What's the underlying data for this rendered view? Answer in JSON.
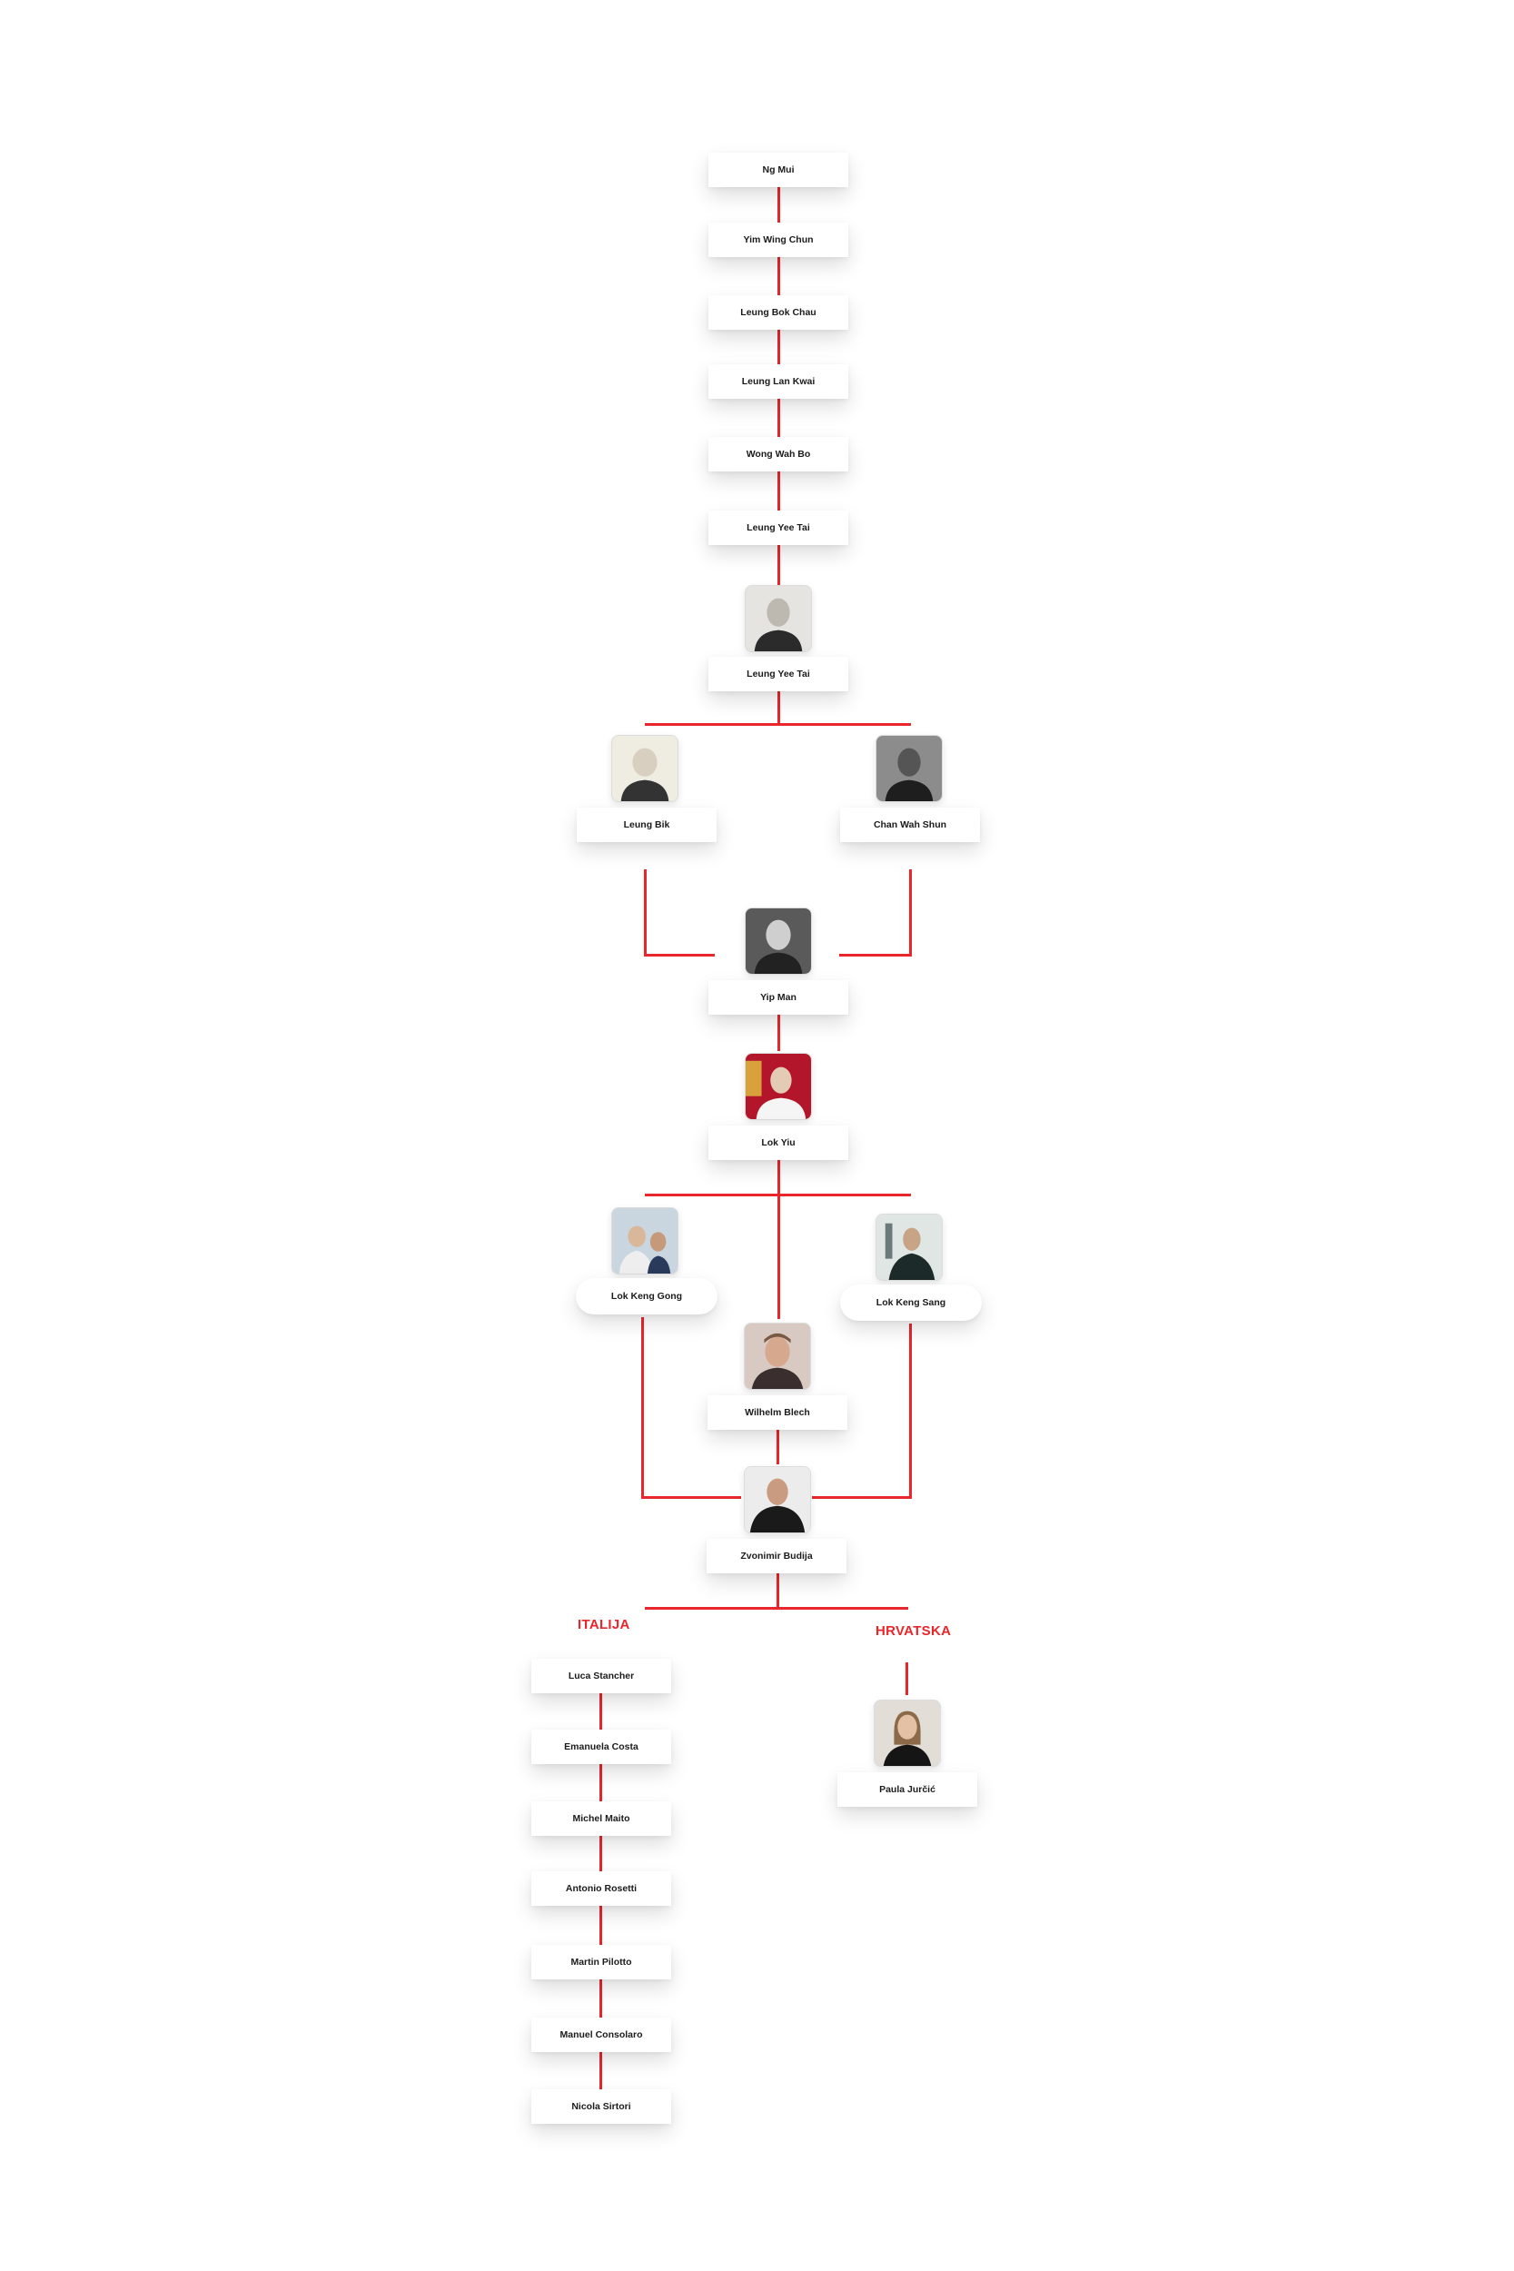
{
  "lineage": {
    "ng_mui": "Ng Mui",
    "yim_wing_chun": "Yim Wing Chun",
    "leung_bok_chau": "Leung Bok Chau",
    "leung_lan_kwai": "Leung Lan Kwai",
    "wong_wah_bo": "Wong Wah Bo",
    "leung_yee_tai": "Leung Yee Tai",
    "leung_yee_tai_2": "Leung Yee Tai",
    "leung_bik": "Leung Bik",
    "chan_wah_shun": "Chan Wah Shun",
    "yip_man": "Yip Man",
    "lok_yiu": "Lok Yiu",
    "lok_keng_gong": "Lok Keng Gong",
    "lok_keng_sang": "Lok Keng Sang",
    "wilhelm_blech": "Wilhelm Blech",
    "zvonimir_budija": "Zvonimir Budija"
  },
  "regions": {
    "italy": "ITALIJA",
    "croatia": "HRVATSKA"
  },
  "italy_students": [
    "Luca Stancher",
    "Emanuela Costa",
    "Michel Maito",
    "Antonio Rosetti",
    "Martin Pilotto",
    "Manuel Consolaro",
    "Nicola Sirtori"
  ],
  "croatia_students": [
    "Paula Jurčić"
  ],
  "colors": {
    "accent": "#e8262b",
    "card_background": "#ffffff",
    "text": "#1b1b1b"
  }
}
